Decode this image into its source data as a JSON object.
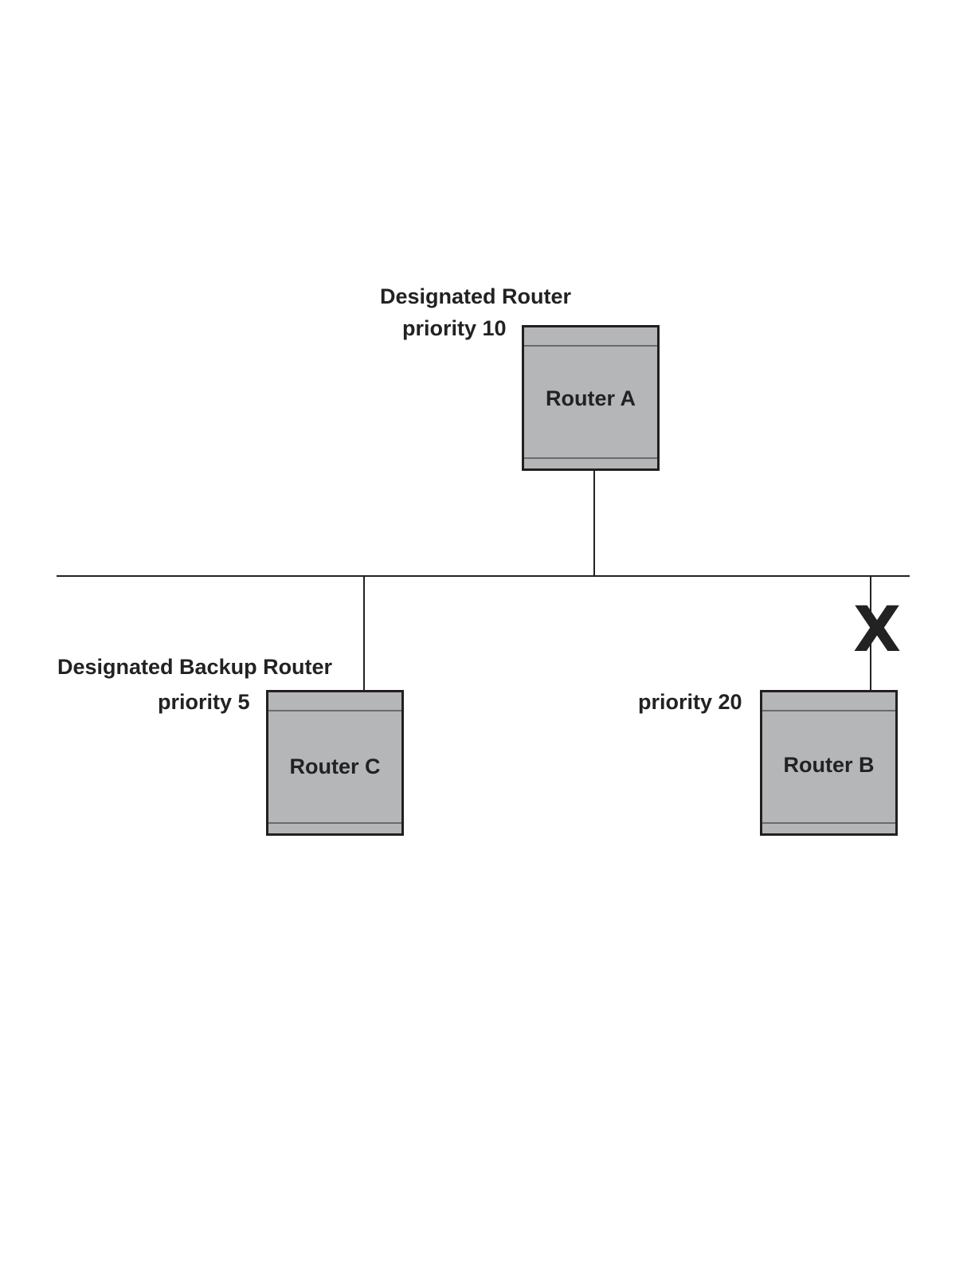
{
  "labels": {
    "router_a_role": "Designated Router",
    "router_a_priority": "priority 10",
    "router_c_role": "Designated Backup Router",
    "router_c_priority": "priority 5",
    "router_b_priority": "priority 20"
  },
  "routers": {
    "a": {
      "name": "Router A"
    },
    "b": {
      "name": "Router B"
    },
    "c": {
      "name": "Router C"
    }
  },
  "fault_mark": "X",
  "colors": {
    "router_fill": "#b5b6b8",
    "router_border": "#231f20",
    "line": "#222222",
    "text": "#222222"
  }
}
